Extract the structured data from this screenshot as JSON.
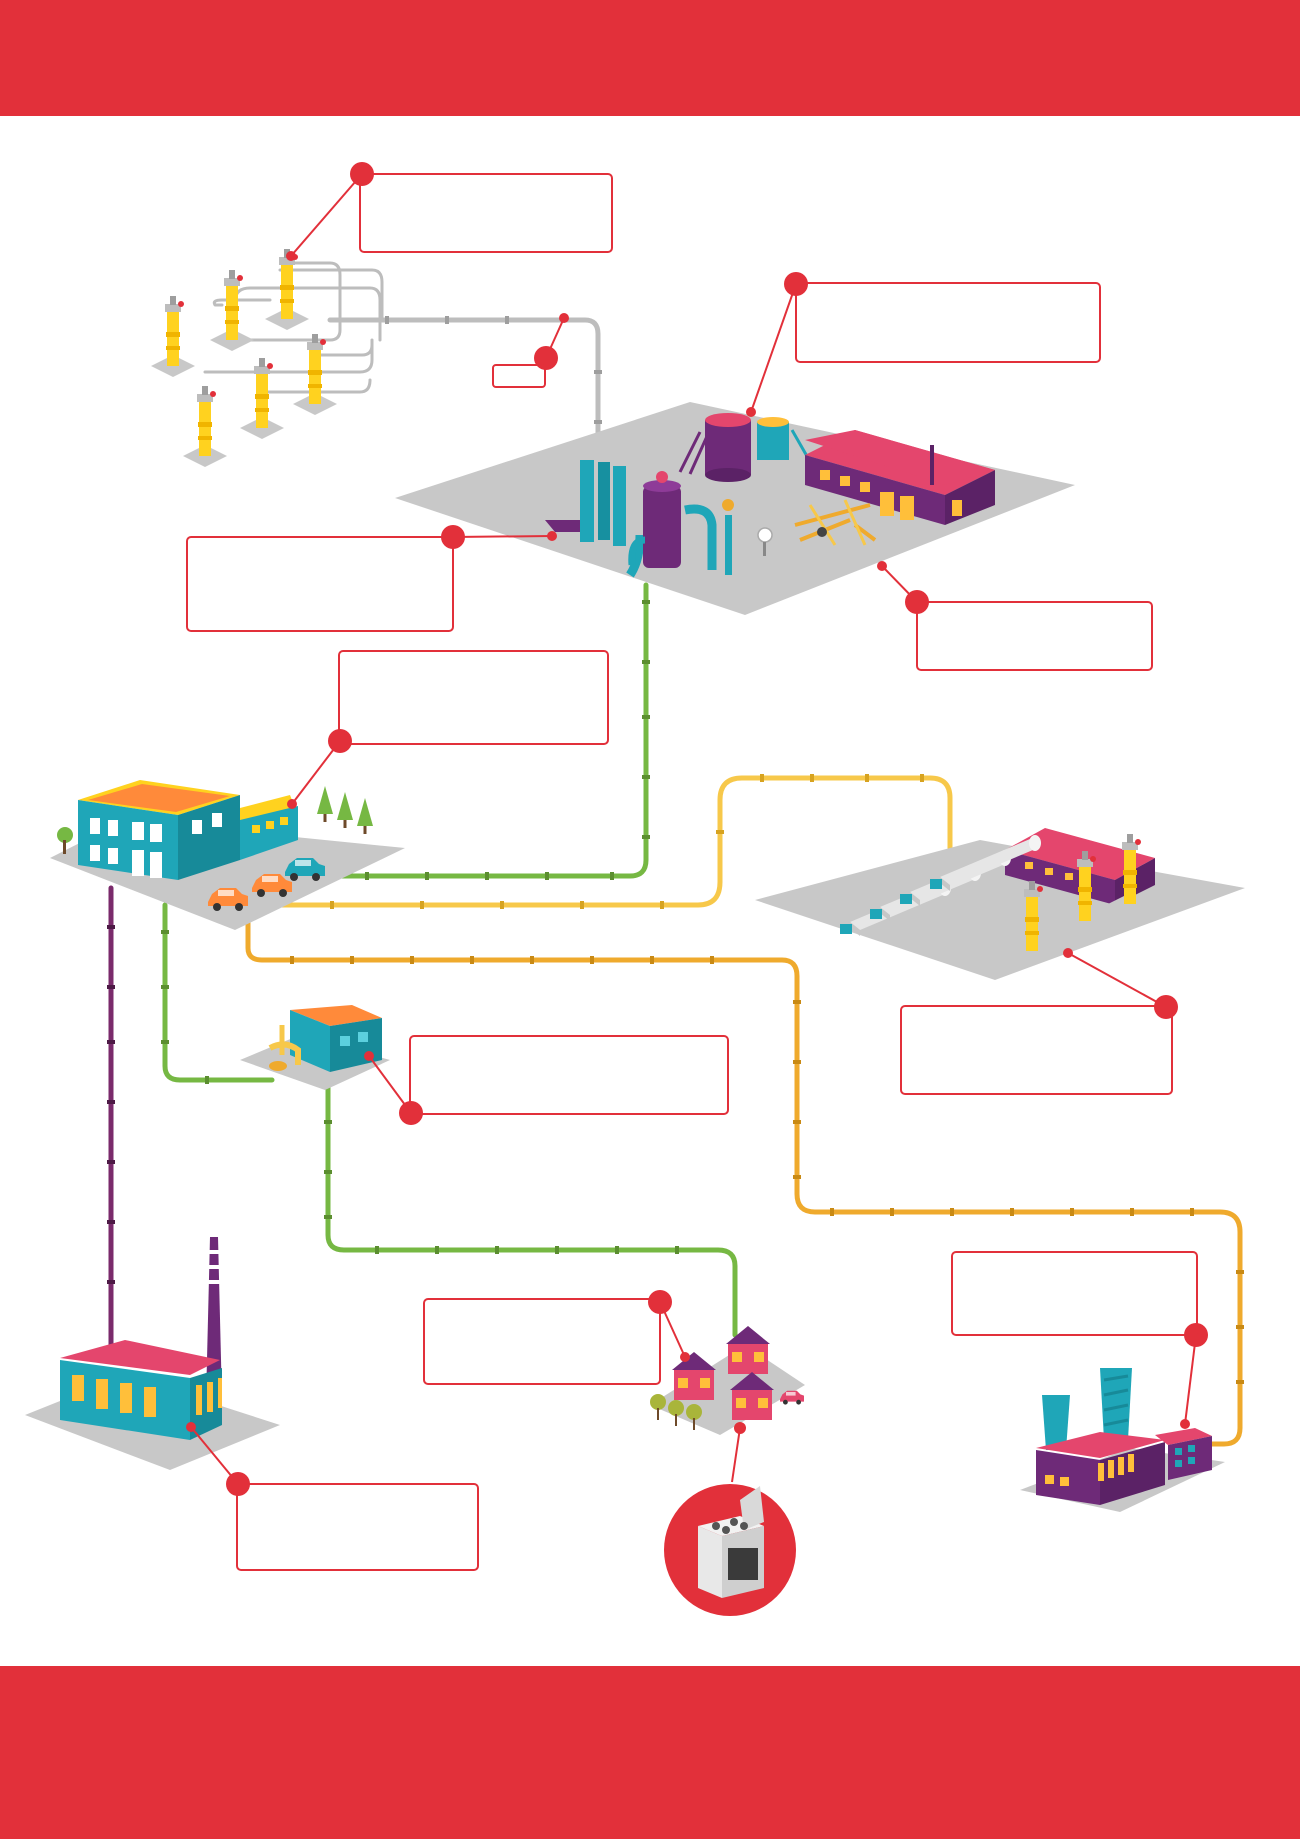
{
  "colors": {
    "band": "#e2303a",
    "accent": "#e2303a",
    "ground": "#c8c8c8",
    "gray_pipe": "#bdbdbd",
    "green_pipe": "#76b843",
    "yellow_pipe": "#f7c84a",
    "orange_pipe": "#efaa2d",
    "purple_pipe": "#7a2a6b",
    "teal": "#1fa6b8",
    "purple": "#6e2a78",
    "pink": "#e4466d",
    "yellow": "#ffd21f",
    "window": "#ffbf3a"
  },
  "nodes": [
    {
      "name": "gas-wells",
      "icon": "gas-well-icon"
    },
    {
      "name": "gas-processing-plant",
      "icon": "processing-plant-icon"
    },
    {
      "name": "distribution-office",
      "icon": "office-building-icon"
    },
    {
      "name": "underground-storage",
      "icon": "storage-tanks-icon"
    },
    {
      "name": "pressure-reduction-station",
      "icon": "regulator-station-icon"
    },
    {
      "name": "power-plant",
      "icon": "power-plant-icon"
    },
    {
      "name": "residential-houses",
      "icon": "houses-icon"
    },
    {
      "name": "industrial-factory",
      "icon": "factory-icon"
    },
    {
      "name": "household-stove",
      "icon": "gas-stove-icon"
    }
  ],
  "callouts": [
    {
      "name": "callout-gas-wells",
      "text": ""
    },
    {
      "name": "callout-pipeline-valve",
      "text": ""
    },
    {
      "name": "callout-storage-tanks",
      "text": ""
    },
    {
      "name": "callout-gas-treatment",
      "text": ""
    },
    {
      "name": "callout-processing-plant",
      "text": ""
    },
    {
      "name": "callout-distribution-office",
      "text": ""
    },
    {
      "name": "callout-underground-storage",
      "text": ""
    },
    {
      "name": "callout-pressure-station",
      "text": ""
    },
    {
      "name": "callout-power-plant",
      "text": ""
    },
    {
      "name": "callout-houses",
      "text": ""
    },
    {
      "name": "callout-factory",
      "text": ""
    }
  ]
}
